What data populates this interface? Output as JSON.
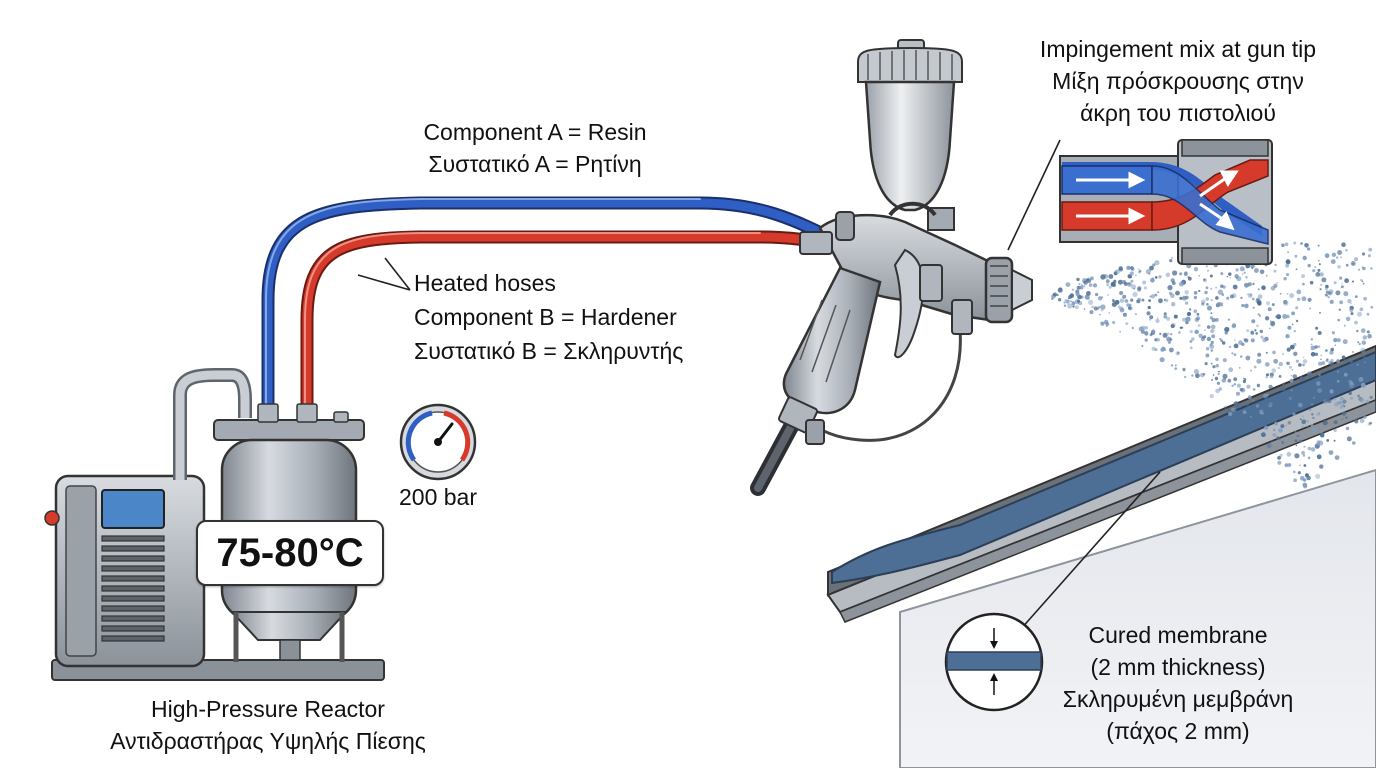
{
  "labels": {
    "component_a_en": "Component A = Resin",
    "component_a_gr": "Συστατικό Α = Ρητίνη",
    "heated_hoses": "Heated hoses",
    "component_b_en": "Component B = Hardener",
    "component_b_gr": "Συστατικό Β = Σκληρυντής",
    "impingement_en": "Impingement mix at gun tip",
    "impingement_gr_1": "Μίξη πρόσκρουσης στην",
    "impingement_gr_2": "άκρη του πιστολιού",
    "temperature": "75-80°C",
    "pressure": "200 bar",
    "reactor_en": "High-Pressure Reactor",
    "reactor_gr": "Αντιδραστήρας Υψηλής Πίεσης",
    "membrane_en_1": "Cured membrane",
    "membrane_en_2": "(2 mm thickness)",
    "membrane_gr_1": "Σκληρυμένη μεμβράνη",
    "membrane_gr_2": "(πάχος 2 mm)"
  },
  "colors": {
    "resin_hose": "#2f5fc4",
    "hardener_hose": "#d63a2a",
    "metal": "#a9b0b8",
    "membrane": "#4e6f95",
    "reactor_screen": "#4a86c8"
  },
  "icons": [
    "pressure-gauge-icon",
    "spray-gun-icon",
    "reactor-icon",
    "mixing-chamber-icon",
    "roof-icon",
    "magnifier-icon"
  ]
}
